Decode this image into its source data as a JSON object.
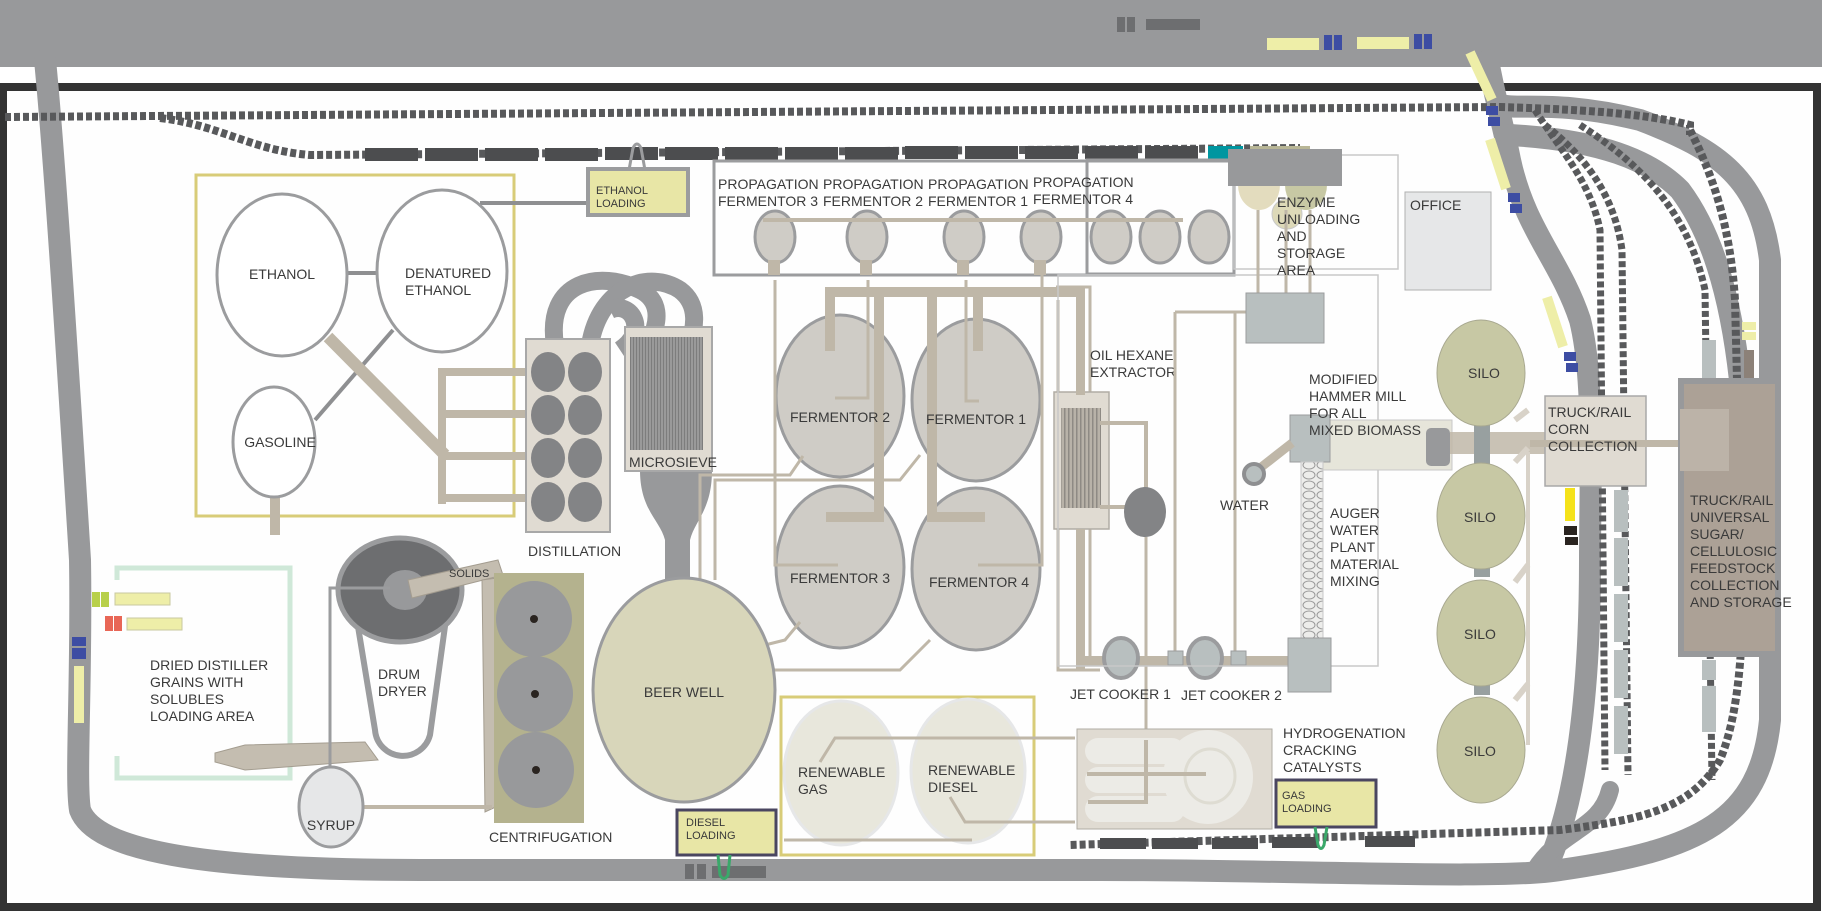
{
  "diagram": {
    "title": "Biorefinery plant site layout",
    "colors": {
      "road": "#98999b",
      "rail": "#58595b",
      "border": "#333333",
      "tank_outline": "#9b9c9e",
      "fermentor_fill": "#cfccc6",
      "beer_well_fill": "#d8d6ba",
      "silo_fill": "#c7c8a4",
      "pipe": "#bfb7a8",
      "product_box": "#d8cc78",
      "loading_fill": "#e8e6a6",
      "loading_outline_dark": "#4a4660",
      "ddgs_box": "#cfe8d8",
      "storage_fill": "#aca196",
      "corn_collection_fill": "#e0dbd2",
      "office_fill": "#e6e7e8",
      "truck_yellow": "#eeeea8",
      "truck_blue": "#3d4da3",
      "truck_green": "#b8d04a",
      "truck_red": "#e86656",
      "railcar_teal": "#0096a0",
      "connector_green": "#3aa86a"
    },
    "tank_farm": {
      "ethanol": "ETHANOL",
      "denatured_ethanol": [
        "DENATURED",
        "ETHANOL"
      ],
      "gasoline": "GASOLINE"
    },
    "ethanol_loading": [
      "ETHANOL",
      "LOADING"
    ],
    "propagation": [
      [
        "PROPAGATION",
        "FERMENTOR 3"
      ],
      [
        "PROPAGATION",
        "FERMENTOR 2"
      ],
      [
        "PROPAGATION",
        "FERMENTOR 1"
      ],
      [
        "PROPAGATION",
        "FERMENTOR 4"
      ]
    ],
    "enzyme_area": [
      "ENZYME",
      "UNLOADING",
      "AND",
      "STORAGE",
      "AREA"
    ],
    "office": "OFFICE",
    "fermentors": {
      "f1": "FERMENTOR 1",
      "f2": "FERMENTOR 2",
      "f3": "FERMENTOR 3",
      "f4": "FERMENTOR 4"
    },
    "distillation": "DISTILLATION",
    "microsieve": "MICROSIEVE",
    "oil_hexane": [
      "OIL HEXANE",
      "EXTRACTOR"
    ],
    "hammer_mill": [
      "MODIFIED",
      "HAMMER MILL",
      "FOR ALL",
      "MIXED BIOMASS"
    ],
    "water": "WATER",
    "auger": [
      "AUGER",
      "WATER",
      "PLANT",
      "MATERIAL",
      "MIXING"
    ],
    "silos": [
      "SILO",
      "SILO",
      "SILO",
      "SILO"
    ],
    "corn_collection": [
      "TRUCK/RAIL",
      "CORN",
      "COLLECTION"
    ],
    "universal_storage": [
      "TRUCK/RAIL",
      "UNIVERSAL",
      "SUGAR/",
      "CELLULOSIC",
      "FEEDSTOCK",
      "COLLECTION",
      "AND STORAGE"
    ],
    "ddgs": [
      "DRIED DISTILLER",
      "GRAINS WITH",
      "SOLUBLES",
      "LOADING AREA"
    ],
    "drum_dryer": [
      "DRUM",
      "DRYER"
    ],
    "solids": "SOLIDS",
    "syrup": "SYRUP",
    "centrifugation": "CENTRIFUGATION",
    "beer_well": "BEER WELL",
    "renewable_gas": [
      "RENEWABLE",
      "GAS"
    ],
    "renewable_diesel": [
      "RENEWABLE",
      "DIESEL"
    ],
    "diesel_loading": [
      "DIESEL",
      "LOADING"
    ],
    "jet_cooker_1": "JET COOKER 1",
    "jet_cooker_2": "JET COOKER 2",
    "hydrogenation": [
      "HYDROGENATION",
      "CRACKING",
      "CATALYSTS"
    ],
    "gas_loading": [
      "GAS",
      "LOADING"
    ]
  }
}
